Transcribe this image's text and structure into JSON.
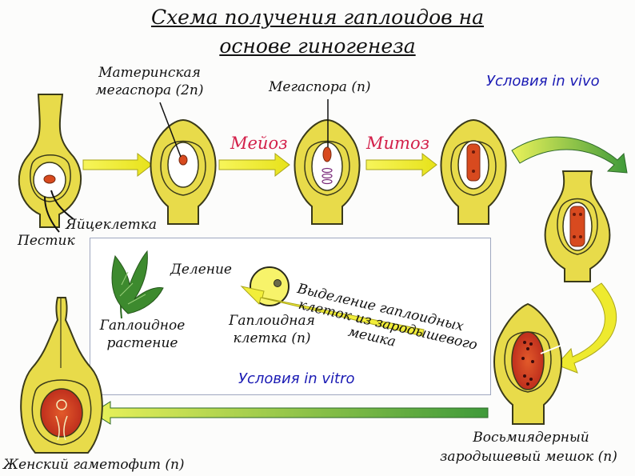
{
  "title": {
    "line1": "Схема получения гаплоидов на",
    "line2": "основе гиногенеза"
  },
  "labels": {
    "mother_spore_line1": "Материнская",
    "mother_spore_line2": "мегаспора (2n)",
    "megaspore": "Мегаспора (n)",
    "in_vivo": "Условия in vivo",
    "meiosis": "Мейоз",
    "mitosis": "Митоз",
    "egg_cell": "Яйцеклетка",
    "pistil": "Пестик",
    "division": "Деление",
    "haploid_plant_line1": "Гаплоидное",
    "haploid_plant_line2": "растение",
    "haploid_cell_line1": "Гаплоидная",
    "haploid_cell_line2": "клетка (n)",
    "isolation_line1": "Выделение гаплоидных",
    "isolation_line2": "клеток из зародышевого",
    "isolation_line3": "мешка",
    "in_vitro": "Условия in vitro",
    "eight_nuclear_line1": "Восьмиядерный",
    "eight_nuclear_line2": "зародышевый мешок (n)",
    "female_gametophyte": "Женский гаметофит (n)"
  },
  "colors": {
    "ovule_yellow": "#e8db4a",
    "ovule_outline": "#3a3a1a",
    "nucleus_red": "#d84a1f",
    "arrow_yellow": "#f2ee3a",
    "arrow_green": "#4a9a3a",
    "meiosis_red": "#d3204a",
    "condition_blue": "#1b1bb4",
    "leaf_green": "#3d8a2e"
  }
}
